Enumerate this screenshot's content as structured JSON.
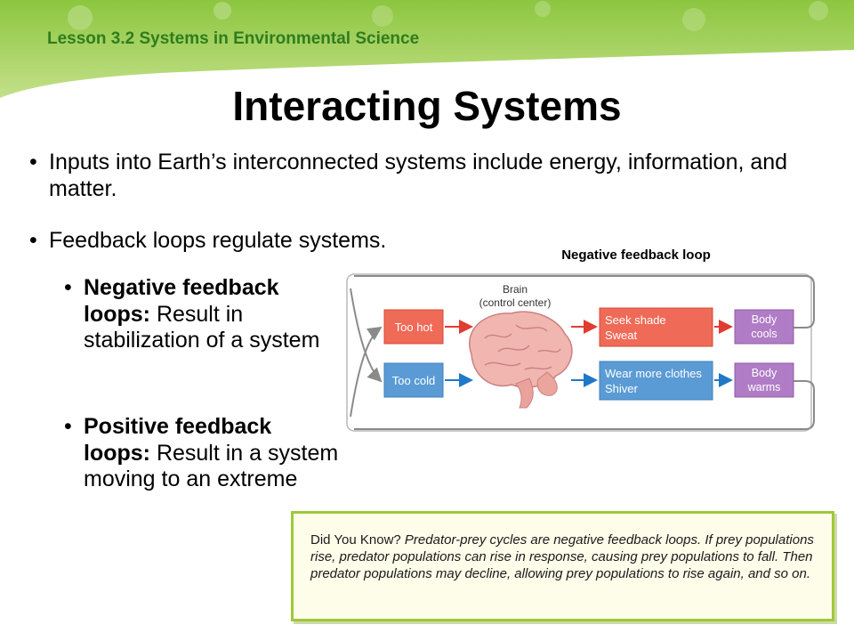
{
  "header": {
    "lesson": "Lesson 3.2 Systems in Environmental Science",
    "title": "Interacting Systems"
  },
  "bullets": [
    "Inputs into Earth’s interconnected systems include energy, information, and matter.",
    "Feedback loops regulate systems."
  ],
  "sub_bullets": [
    {
      "term": "Negative feedback loops:",
      "text": " Result in stabilization of a system"
    },
    {
      "term": "Positive feedback loops:",
      "text": " Result in a system moving to an extreme"
    }
  ],
  "figure": {
    "title": "Negative feedback loop",
    "brain_label_1": "Brain",
    "brain_label_2": "(control center)",
    "too_hot": "Too hot",
    "too_cold": "Too cold",
    "hot_response_1": "Seek shade",
    "hot_response_2": "Sweat",
    "cold_response_1": "Wear more clothes",
    "cold_response_2": "Shiver",
    "hot_result_1": "Body",
    "hot_result_2": "cools",
    "cold_result_1": "Body",
    "cold_result_2": "warms"
  },
  "note": {
    "lead": "Did You Know?",
    "text": " Predator-prey cycles are negative feedback loops. If prey populations rise, predator populations can rise in response, causing prey populations to fall. Then predator populations may decline, allowing prey populations to rise again, and so on."
  },
  "colors": {
    "lesson_green": "#2f7d1e",
    "hot_box": "#ef6a57",
    "cold_box": "#5b9bd5",
    "result_box": "#b07cc6",
    "note_border": "#9ec83a"
  }
}
